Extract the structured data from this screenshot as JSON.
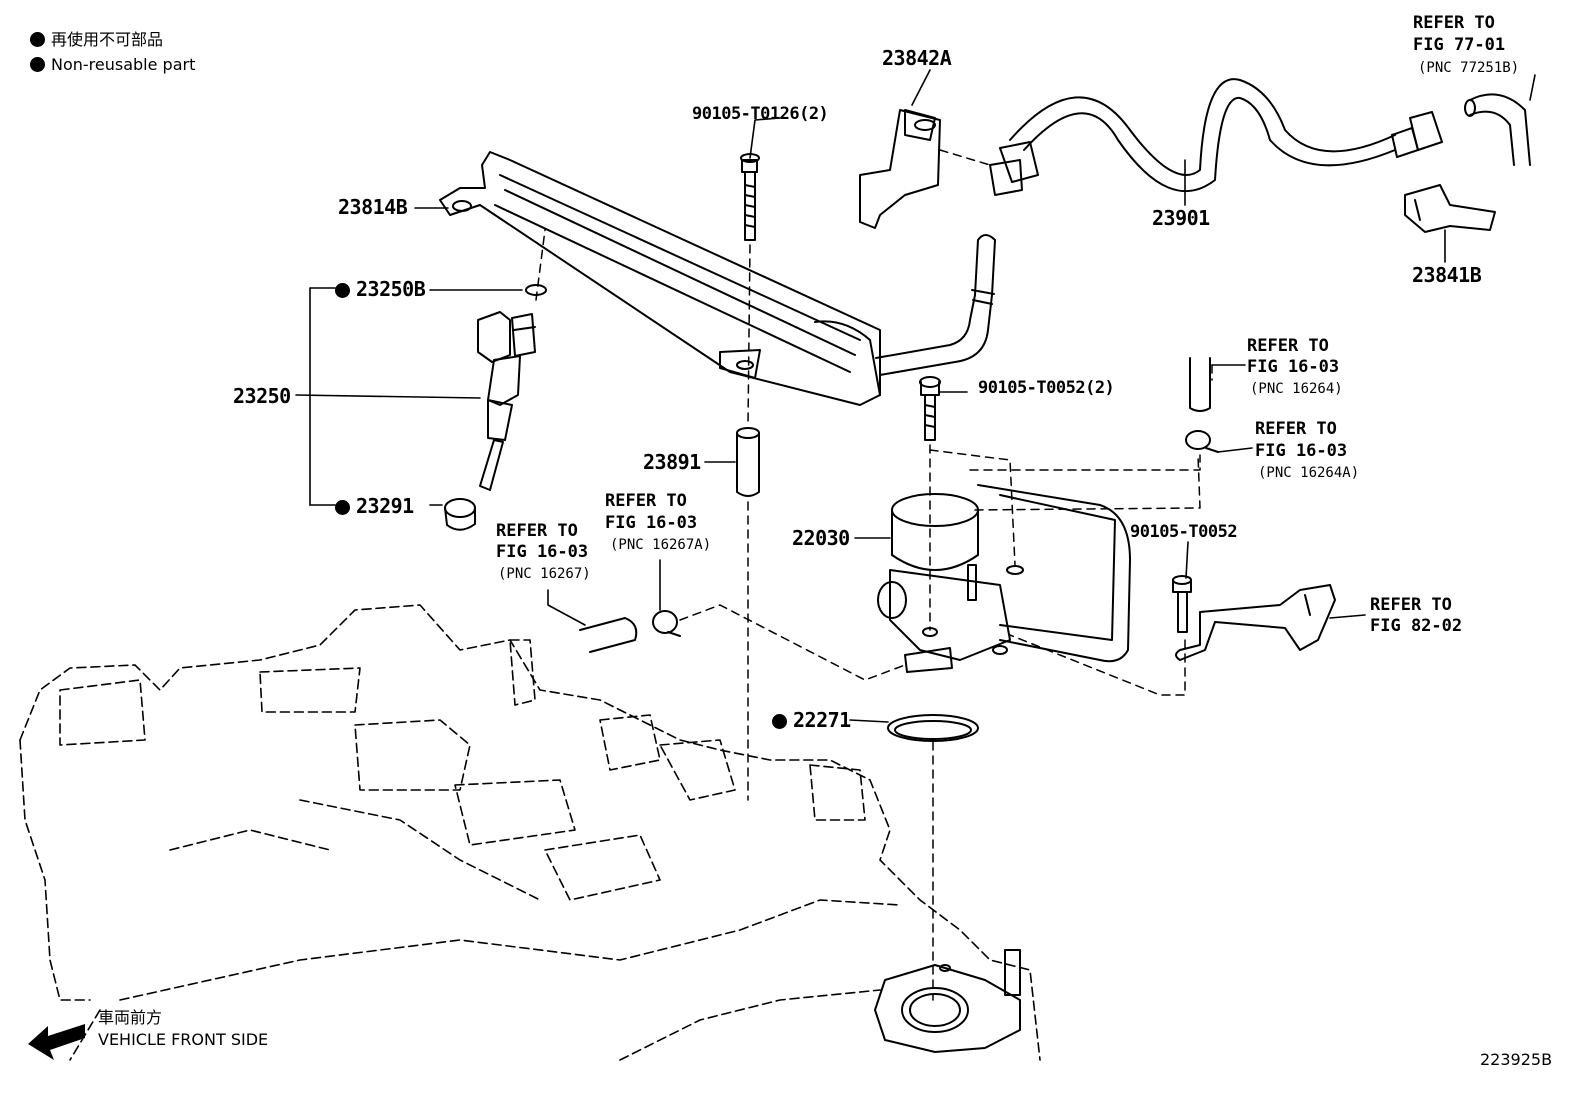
{
  "legend": {
    "line1": "再使用不可部品",
    "line2": "Non-reusable part"
  },
  "parts": {
    "p23842A": "23842A",
    "p90105_T0126": "90105-T0126(2)",
    "p23814B": "23814B",
    "p23250B": "23250B",
    "p23250": "23250",
    "p23291": "23291",
    "p23891": "23891",
    "p90105_T0052_2": "90105-T0052(2)",
    "p22030": "22030",
    "p90105_T0052": "90105-T0052",
    "p22271": "22271",
    "p23901": "23901",
    "p23841B": "23841B"
  },
  "refs": {
    "r77": {
      "line1": "REFER TO",
      "line2": "FIG 77-01",
      "pnc": "(PNC 77251B)"
    },
    "r16264": {
      "line1": "REFER TO",
      "line2": "FIG 16-03",
      "pnc": "(PNC 16264)"
    },
    "r16264A": {
      "line1": "REFER TO",
      "line2": "FIG 16-03",
      "pnc": "(PNC 16264A)"
    },
    "r16267A": {
      "line1": "REFER TO",
      "line2": "FIG 16-03",
      "pnc": "(PNC 16267A)"
    },
    "r16267": {
      "line1": "REFER TO",
      "line2": "FIG 16-03",
      "pnc": "(PNC 16267)"
    },
    "r82": {
      "line1": "REFER TO",
      "line2": "FIG 82-02"
    }
  },
  "front": {
    "jp": "車両前方",
    "en": "VEHICLE FRONT SIDE"
  },
  "figure_id": "223925B",
  "colors": {
    "ink": "#000000",
    "paper": "#ffffff"
  },
  "icons": [
    "non-reusable-dot-icon",
    "front-arrow-icon"
  ]
}
